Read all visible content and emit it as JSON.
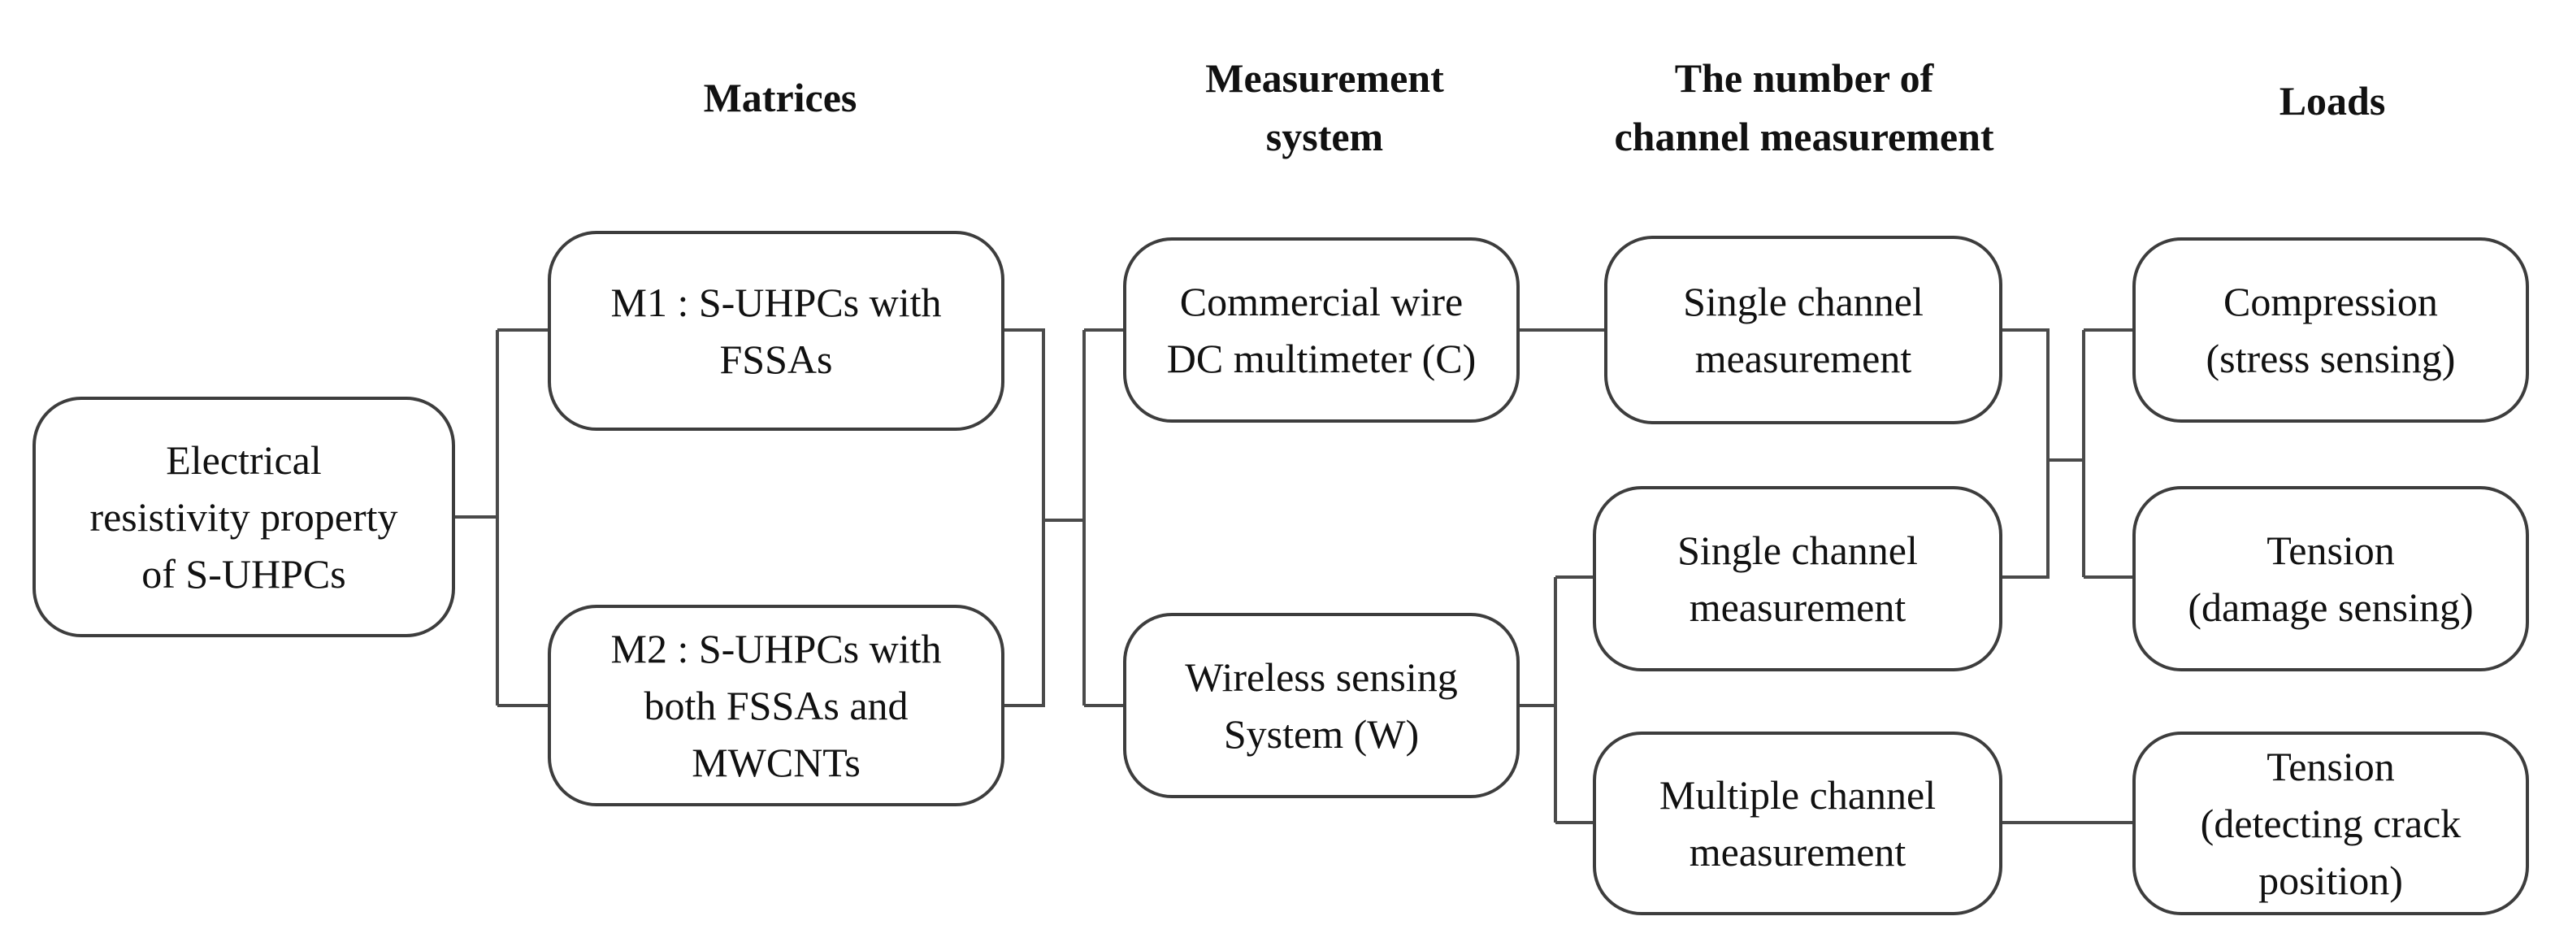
{
  "headers": {
    "matrices": "Matrices",
    "measurement_system": "Measurement\nsystem",
    "channel_number": "The number of\nchannel measurement",
    "loads": "Loads"
  },
  "nodes": {
    "root": "Electrical\nresistivity property\nof S-UHPCs",
    "m1": "M1 : S-UHPCs with\nFSSAs",
    "m2": "M2 : S-UHPCs with\nboth FSSAs and\nMWCNTs",
    "commercial": "Commercial wire\nDC multimeter (C)",
    "wireless": "Wireless sensing\nSystem (W)",
    "single_c": "Single channel\nmeasurement",
    "single_w": "Single channel\nmeasurement",
    "multiple_w": "Multiple channel\nmeasurement",
    "compression": "Compression\n(stress sensing)",
    "tension_damage": "Tension\n(damage sensing)",
    "tension_crack": "Tension\n(detecting crack\nposition)"
  }
}
